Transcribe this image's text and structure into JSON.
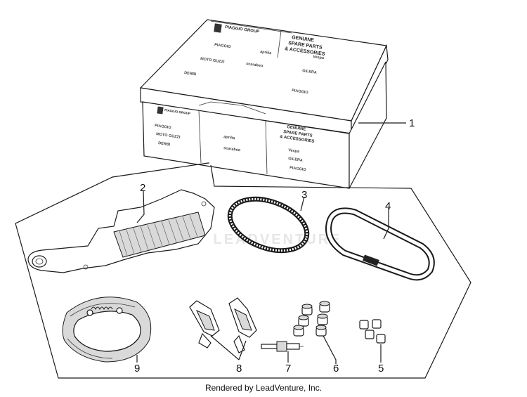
{
  "box": {
    "lid_group": "PIAGGIO GROUP",
    "lid_line1": "GENUINE",
    "lid_line2": "SPARE PARTS",
    "lid_line3": "& ACCESSORIES",
    "front_group": "PIAGGIO GROUP",
    "front_line1": "GENUINE",
    "front_line2": "SPARE PARTS",
    "front_line3": "& ACCESSORIES",
    "brands": [
      "PIAGGIO",
      "aprilia",
      "Vespa",
      "MOTO GUZZI",
      "scarabeo",
      "DERBI",
      "GILERA"
    ]
  },
  "callouts": [
    {
      "id": "1",
      "label": "1"
    },
    {
      "id": "2",
      "label": "2"
    },
    {
      "id": "3",
      "label": "3"
    },
    {
      "id": "4",
      "label": "4"
    },
    {
      "id": "5",
      "label": "5"
    },
    {
      "id": "6",
      "label": "6"
    },
    {
      "id": "7",
      "label": "7"
    },
    {
      "id": "8",
      "label": "8"
    },
    {
      "id": "9",
      "label": "9"
    }
  ],
  "watermark": "LEADVENTURE",
  "footer": "Rendered by LeadVenture, Inc."
}
